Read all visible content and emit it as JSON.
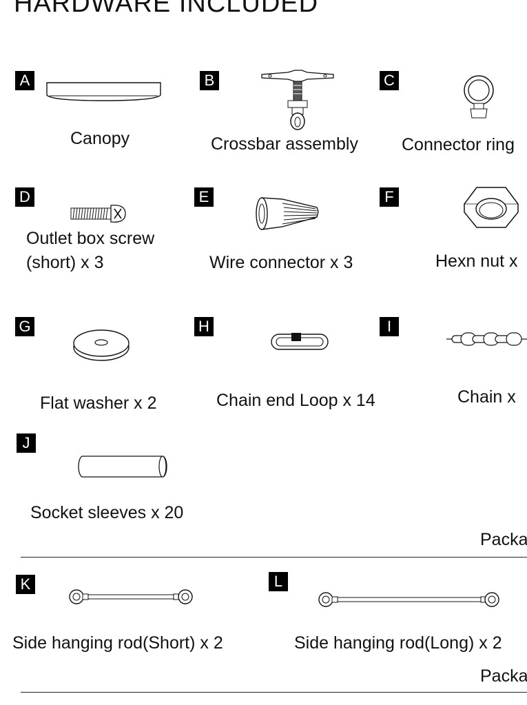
{
  "title": "HARDWARE INCLUDED",
  "items": {
    "A": {
      "letter": "A",
      "label": "Canopy",
      "icon": "canopy-icon"
    },
    "B": {
      "letter": "B",
      "label": "Crossbar assembly",
      "icon": "crossbar-icon"
    },
    "C": {
      "letter": "C",
      "label": "Connector ring",
      "icon": "connector-ring-icon"
    },
    "D": {
      "letter": "D",
      "label_line1": "Outlet box screw",
      "label_line2": "(short) x 3",
      "icon": "screw-icon"
    },
    "E": {
      "letter": "E",
      "label": "Wire connector x 3",
      "icon": "wire-connector-icon"
    },
    "F": {
      "letter": "F",
      "label": "Hexn nut x",
      "icon": "hex-nut-icon"
    },
    "G": {
      "letter": "G",
      "label": "Flat washer x 2",
      "icon": "washer-icon"
    },
    "H": {
      "letter": "H",
      "label": "Chain end Loop x 14",
      "icon": "chain-loop-icon"
    },
    "I": {
      "letter": "I",
      "label": "Chain x",
      "icon": "chain-icon"
    },
    "J": {
      "letter": "J",
      "label": "Socket sleeves  x 20",
      "icon": "socket-sleeve-icon"
    },
    "K": {
      "letter": "K",
      "label": "Side hanging rod(Short) x 2",
      "icon": "short-rod-icon"
    },
    "L": {
      "letter": "L",
      "label": "Side hanging rod(Long) x 2",
      "icon": "long-rod-icon"
    }
  },
  "package_labels": [
    "Packa",
    "Packa"
  ]
}
